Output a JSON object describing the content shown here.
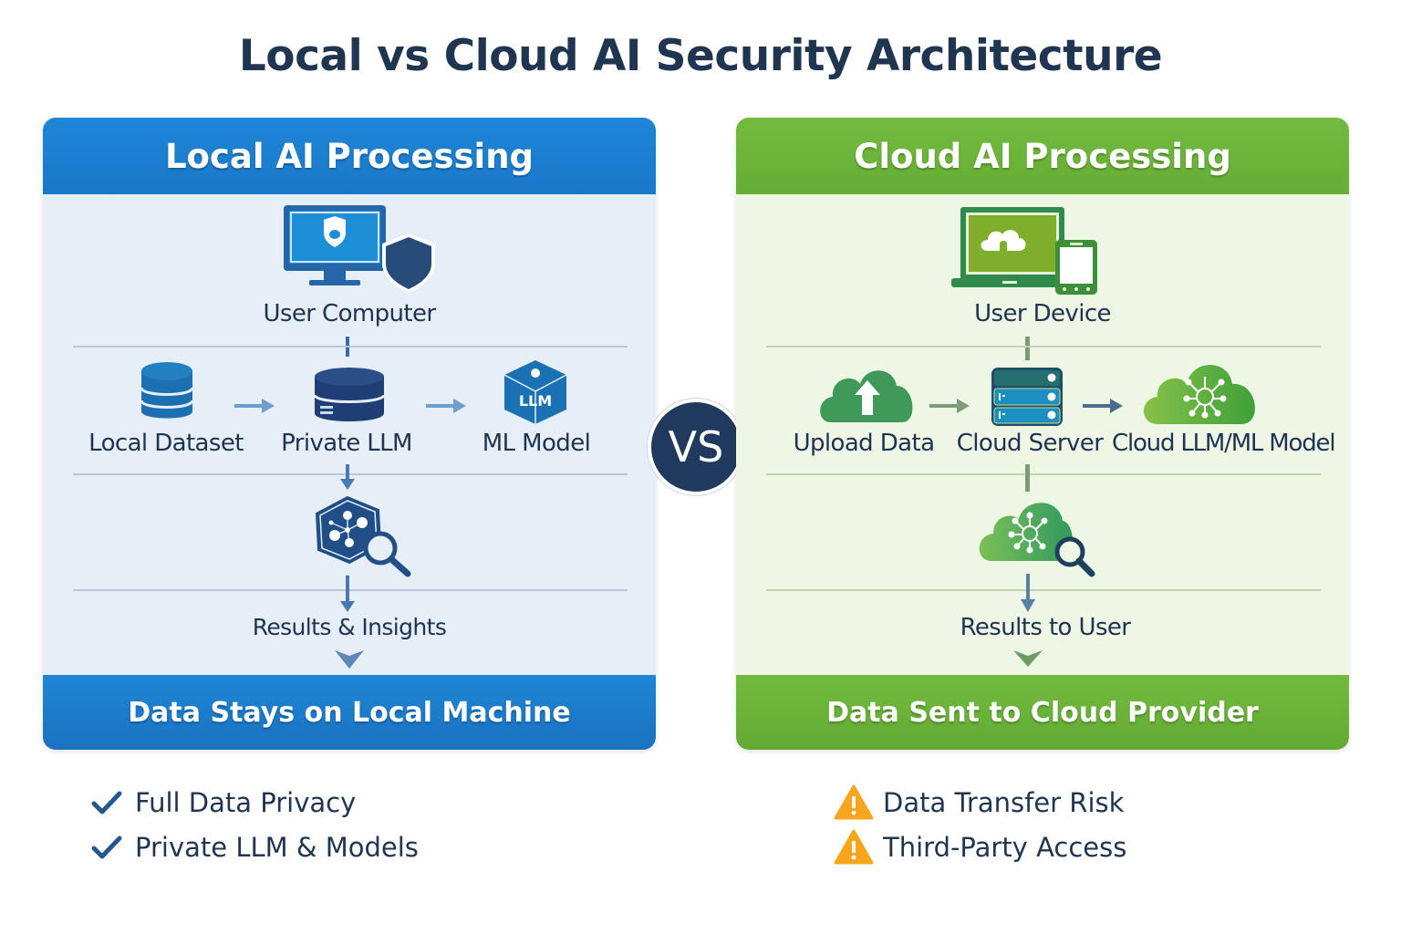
{
  "title": "Local vs Cloud AI Security Architecture",
  "vs_label": "VS",
  "colors": {
    "local_accent": "#1a7dd0",
    "cloud_accent": "#6bb33a",
    "navy": "#1f3a5c",
    "warning": "#f7a51d"
  },
  "local": {
    "header": "Local AI Processing",
    "footer": "Data Stays on Local Machine",
    "nodes": {
      "user": {
        "label": "User Computer",
        "icon": "monitor-shield-icon"
      },
      "dataset": {
        "label": "Local Dataset",
        "icon": "database-icon"
      },
      "llm": {
        "label": "Private LLM",
        "icon": "server-database-icon"
      },
      "model": {
        "label": "ML Model",
        "icon": "llm-cube-icon",
        "icon_text": "LLM"
      },
      "analysis": {
        "icon": "network-hexagon-search-icon"
      },
      "results": {
        "label": "Results & Insights"
      }
    },
    "bullets": [
      {
        "icon": "checkmark-icon",
        "text": "Full Data Privacy"
      },
      {
        "icon": "checkmark-icon",
        "text": "Private LLM & Models"
      }
    ]
  },
  "cloud": {
    "header": "Cloud AI Processing",
    "footer": "Data Sent to Cloud Provider",
    "nodes": {
      "user": {
        "label": "User Device",
        "icon": "laptop-phone-cloud-icon"
      },
      "upload": {
        "label": "Upload Data",
        "icon": "cloud-upload-icon"
      },
      "server": {
        "label": "Cloud Server",
        "icon": "server-rack-icon"
      },
      "model": {
        "label": "Cloud LLM/ML Model",
        "icon": "cloud-network-icon"
      },
      "analysis": {
        "icon": "cloud-network-search-icon"
      },
      "results": {
        "label": "Results to User"
      }
    },
    "bullets": [
      {
        "icon": "warning-icon",
        "text": "Data Transfer Risk"
      },
      {
        "icon": "warning-icon",
        "text": "Third-Party Access"
      }
    ]
  }
}
